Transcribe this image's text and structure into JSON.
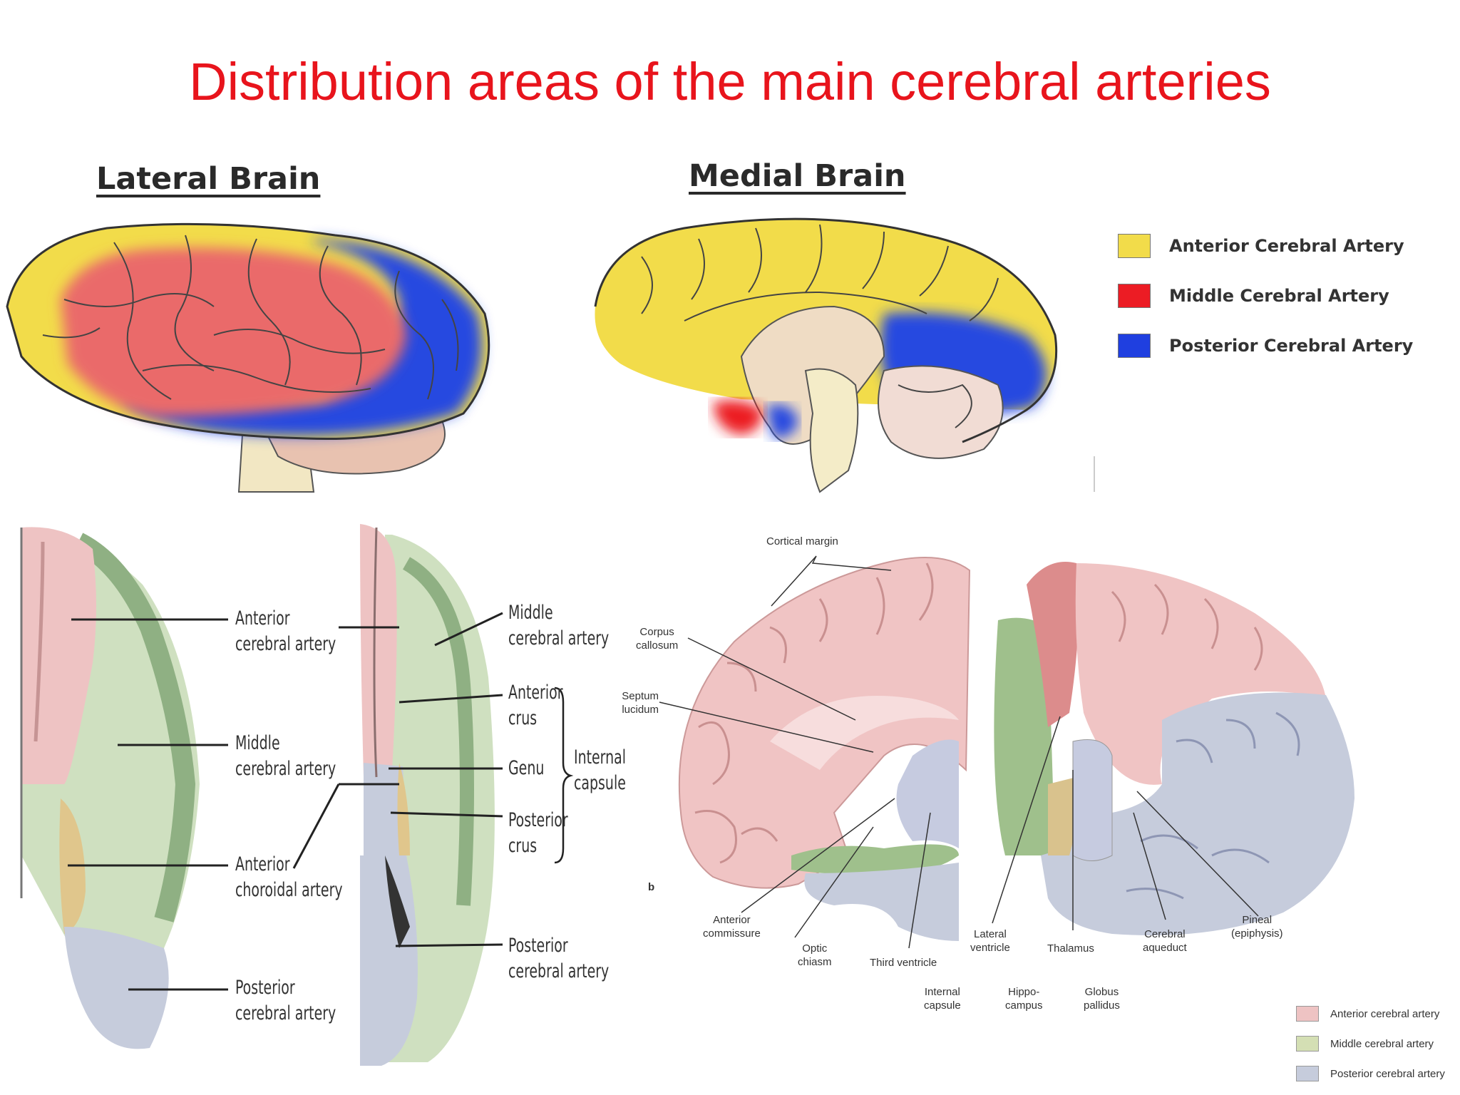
{
  "title": "Distribution areas of the main cerebral arteries",
  "top_panels": {
    "lateral_title": "Lateral Brain",
    "medial_title": "Medial Brain"
  },
  "legend": [
    {
      "label": "Anterior Cerebral Artery",
      "color": "#f2dc4a"
    },
    {
      "label": "Middle Cerebral Artery",
      "color": "#ec1c24"
    },
    {
      "label": "Posterior Cerebral Artery",
      "color": "#1f3fe0"
    }
  ],
  "section_labels": {
    "left": [
      {
        "line1": "Anterior",
        "line2": "cerebral artery"
      },
      {
        "line1": "Middle",
        "line2": "cerebral artery"
      },
      {
        "line1": "Anterior",
        "line2": "choroidal artery"
      },
      {
        "line1": "Posterior",
        "line2": "cerebral artery"
      }
    ],
    "right": [
      {
        "line1": "Middle",
        "line2": "cerebral artery"
      },
      {
        "line1": "Anterior",
        "line2": "crus"
      },
      {
        "line1": "Genu",
        "line2": ""
      },
      {
        "line1": "Posterior",
        "line2": "crus"
      },
      {
        "line1": "Posterior",
        "line2": "cerebral artery"
      }
    ],
    "bracket": {
      "line1": "Internal",
      "line2": "capsule"
    }
  },
  "sagittal_labels": {
    "cortical_margin": "Cortical margin",
    "corpus": {
      "line1": "Corpus",
      "line2": "callosum"
    },
    "septum": {
      "line1": "Septum",
      "line2": "lucidum"
    },
    "panel_letter": "b",
    "anterior_commissure": {
      "line1": "Anterior",
      "line2": "commissure"
    },
    "optic_chiasm": {
      "line1": "Optic",
      "line2": "chiasm"
    },
    "third_ventricle": "Third ventricle",
    "lateral_ventricle": {
      "line1": "Lateral",
      "line2": "ventricle"
    },
    "thalamus": "Thalamus",
    "cerebral_aqueduct": {
      "line1": "Cerebral",
      "line2": "aqueduct"
    },
    "pineal": {
      "line1": "Pineal",
      "line2": "(epiphysis)"
    },
    "internal_capsule": {
      "line1": "Internal",
      "line2": "capsule"
    },
    "hippocampus": {
      "line1": "Hippo-",
      "line2": "campus"
    },
    "globus_pallidus": {
      "line1": "Globus",
      "line2": "pallidus"
    }
  },
  "sagittal_legend": [
    {
      "label": "Anterior cerebral artery",
      "color": "#eec3c3"
    },
    {
      "label": "Middle cerebral artery",
      "color": "#d4dfb4"
    },
    {
      "label": "Posterior cerebral artery",
      "color": "#c6ccdc"
    }
  ]
}
